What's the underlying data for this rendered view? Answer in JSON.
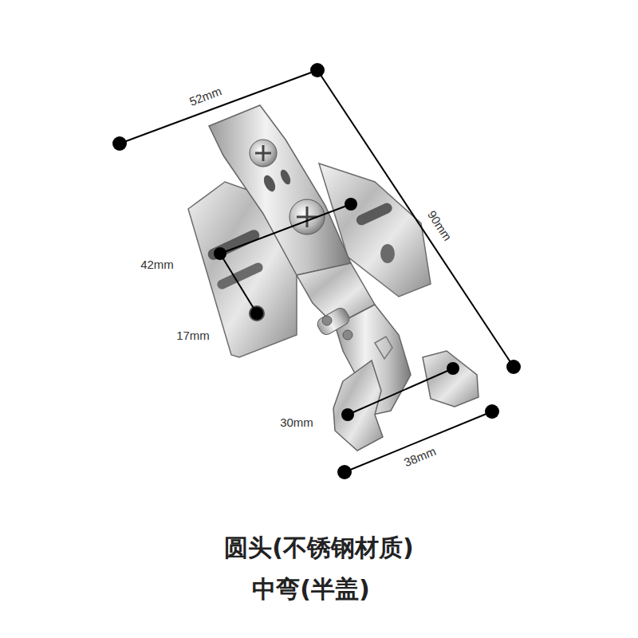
{
  "diagram": {
    "labels": [
      "52mm",
      "90mm",
      "42mm",
      "17mm",
      "30mm",
      "38mm",
      "圆头(不锈钢材质)",
      "中弯(半盖)"
    ]
  }
}
